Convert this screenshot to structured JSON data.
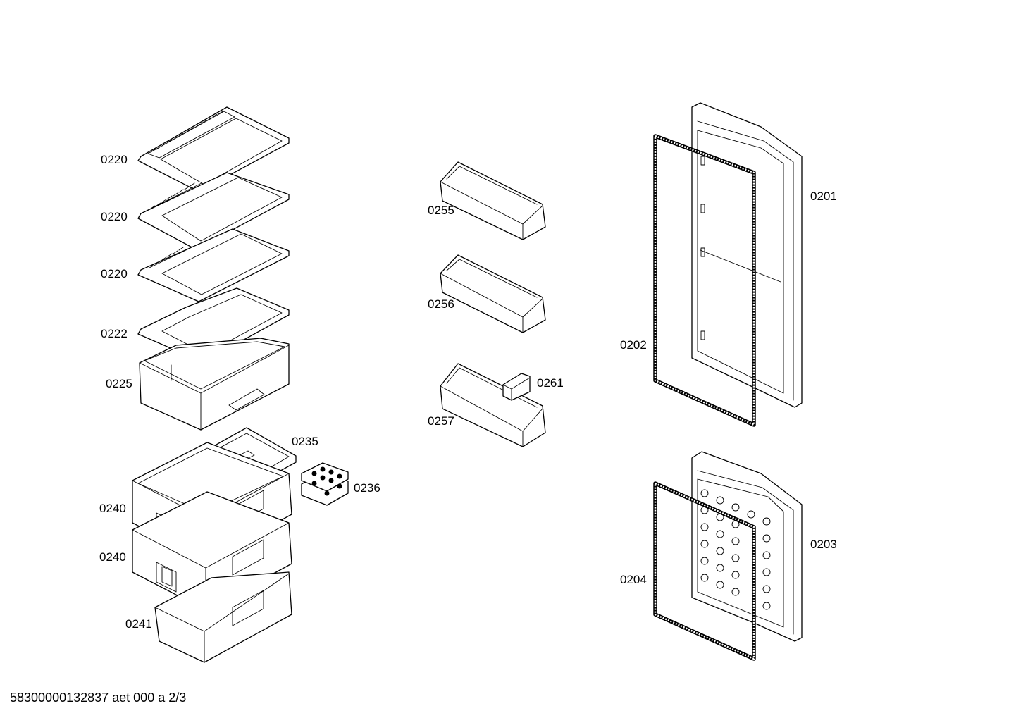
{
  "labels": {
    "l0220a": "0220",
    "l0220b": "0220",
    "l0220c": "0220",
    "l0222": "0222",
    "l0225": "0225",
    "l0235": "0235",
    "l0236": "0236",
    "l0240a": "0240",
    "l0240b": "0240",
    "l0241": "0241",
    "l0255": "0255",
    "l0256": "0256",
    "l0257": "0257",
    "l0261": "0261",
    "l0201": "0201",
    "l0202": "0202",
    "l0203": "0203",
    "l0204": "0204"
  },
  "footer": "58300000132837 aet 000 a 2/3"
}
